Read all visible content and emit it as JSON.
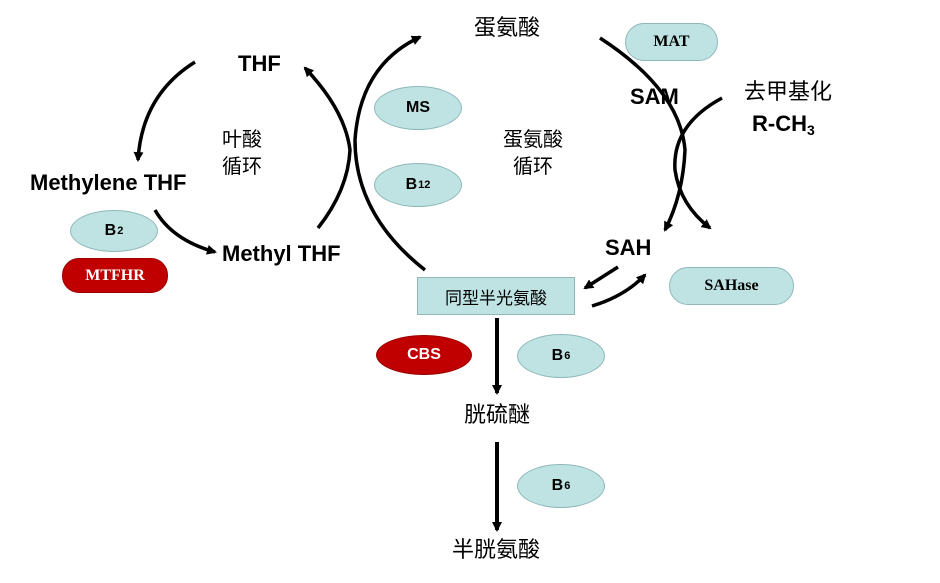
{
  "labels": {
    "thf": "THF",
    "methylene_thf": "Methylene THF",
    "methyl_thf": "Methyl THF",
    "methionine": "蛋氨酸",
    "sam": "SAM",
    "sah": "SAH",
    "cystathionine": "胱硫醚",
    "cysteine": "半胱氨酸",
    "demethylation": "去甲基化",
    "r_ch3_main": "R-CH",
    "r_ch3_sub": "3",
    "folate_cycle_line1": "叶酸",
    "folate_cycle_line2": "循环",
    "methionine_cycle_line1": "蛋氨酸",
    "methionine_cycle_line2": "循环"
  },
  "enzymes": {
    "mat": "MAT",
    "ms": "MS",
    "b12_main": "B",
    "b12_sub": "12",
    "b2_main": "B",
    "b2_sub": "2",
    "mtfhr": "MTFHR",
    "sahase": "SAHase",
    "cbs": "CBS",
    "b6a_main": "B",
    "b6a_sub": "6",
    "b6b_main": "B",
    "b6b_sub": "6"
  },
  "homocysteine_box": "同型半光氨酸",
  "colors": {
    "pill_fill": "#bfe3e3",
    "pill_border": "#8fb8bb",
    "red_pill": "#c00000",
    "arrow": "#000000"
  }
}
